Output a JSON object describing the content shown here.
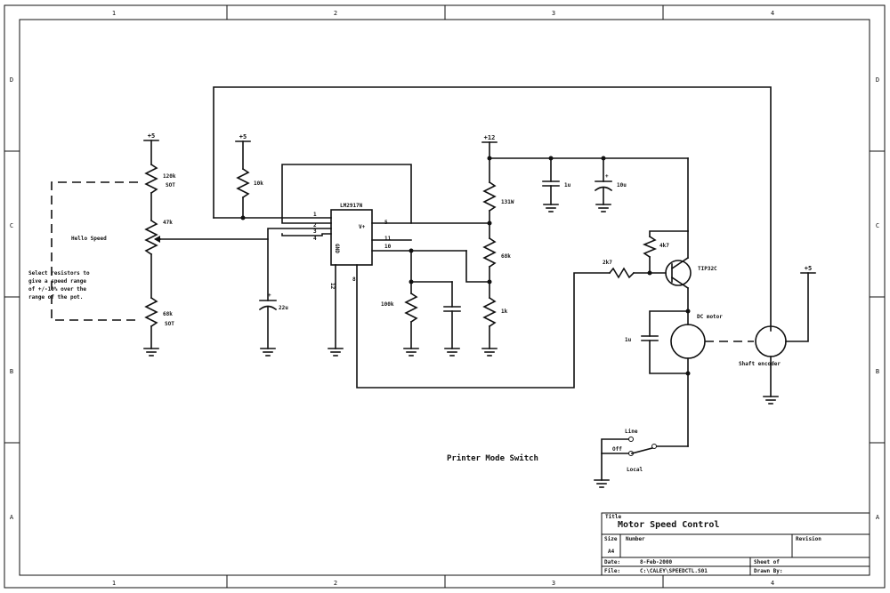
{
  "border": {
    "columns": [
      "1",
      "2",
      "3",
      "4"
    ],
    "rows": [
      "D",
      "C",
      "B",
      "A"
    ]
  },
  "components": {
    "r_top_pot": {
      "value": "120k",
      "note": "SOT"
    },
    "pot": {
      "value": "47k"
    },
    "r_bottom_pot": {
      "value": "68k",
      "note": "SOT"
    },
    "r_10k": {
      "value": "10k"
    },
    "chip": {
      "name": "LM2917N",
      "vplus": "V+",
      "gnd": "GND"
    },
    "pins": {
      "p1": "1",
      "p2": "2",
      "p3": "3",
      "p4": "4",
      "p5": "5",
      "p11": "11",
      "p10": "10",
      "p12": "12",
      "p8": "8"
    },
    "c_22u": {
      "value": "22u",
      "polarity": "+"
    },
    "r_100k": {
      "value": "100k"
    },
    "r_131w": {
      "value": "131W"
    },
    "r_68k": {
      "value": "68k"
    },
    "r_1k": {
      "value": "1k"
    },
    "c_1u_top": {
      "value": "1u"
    },
    "c_10u": {
      "value": "10u",
      "polarity": "+"
    },
    "r_4k7": {
      "value": "4k7"
    },
    "r_2k7": {
      "value": "2k7"
    },
    "transistor": {
      "name": "TIP32C"
    },
    "motor": {
      "name": "DC motor"
    },
    "c_1u_motor": {
      "value": "1u"
    },
    "encoder": {
      "name": "Shaft encoder"
    }
  },
  "supplies": {
    "plus5_left": "+5",
    "plus5_mid": "+5",
    "plus12": "+12",
    "plus5_right": "+5"
  },
  "notes": {
    "hello_speed": "Hello Speed",
    "select_1": "Select resistors to",
    "select_2": "give a speed range",
    "select_3": "of +/-10% over the",
    "select_4": "range of the pot."
  },
  "switch": {
    "title": "Printer Mode Switch",
    "line": "Line",
    "off": "Off",
    "local": "Local"
  },
  "title_block": {
    "title_label": "Title",
    "title": "Motor Speed Control",
    "size_label": "Size",
    "size": "A4",
    "number_label": "Number",
    "revision_label": "Revision",
    "date_label": "Date:",
    "date": "8-Feb-2000",
    "file_label": "File:",
    "file": "C:\\CALEY\\SPEEDCTL.S01",
    "sheet_label": "Sheet of",
    "drawn_label": "Drawn By:"
  }
}
